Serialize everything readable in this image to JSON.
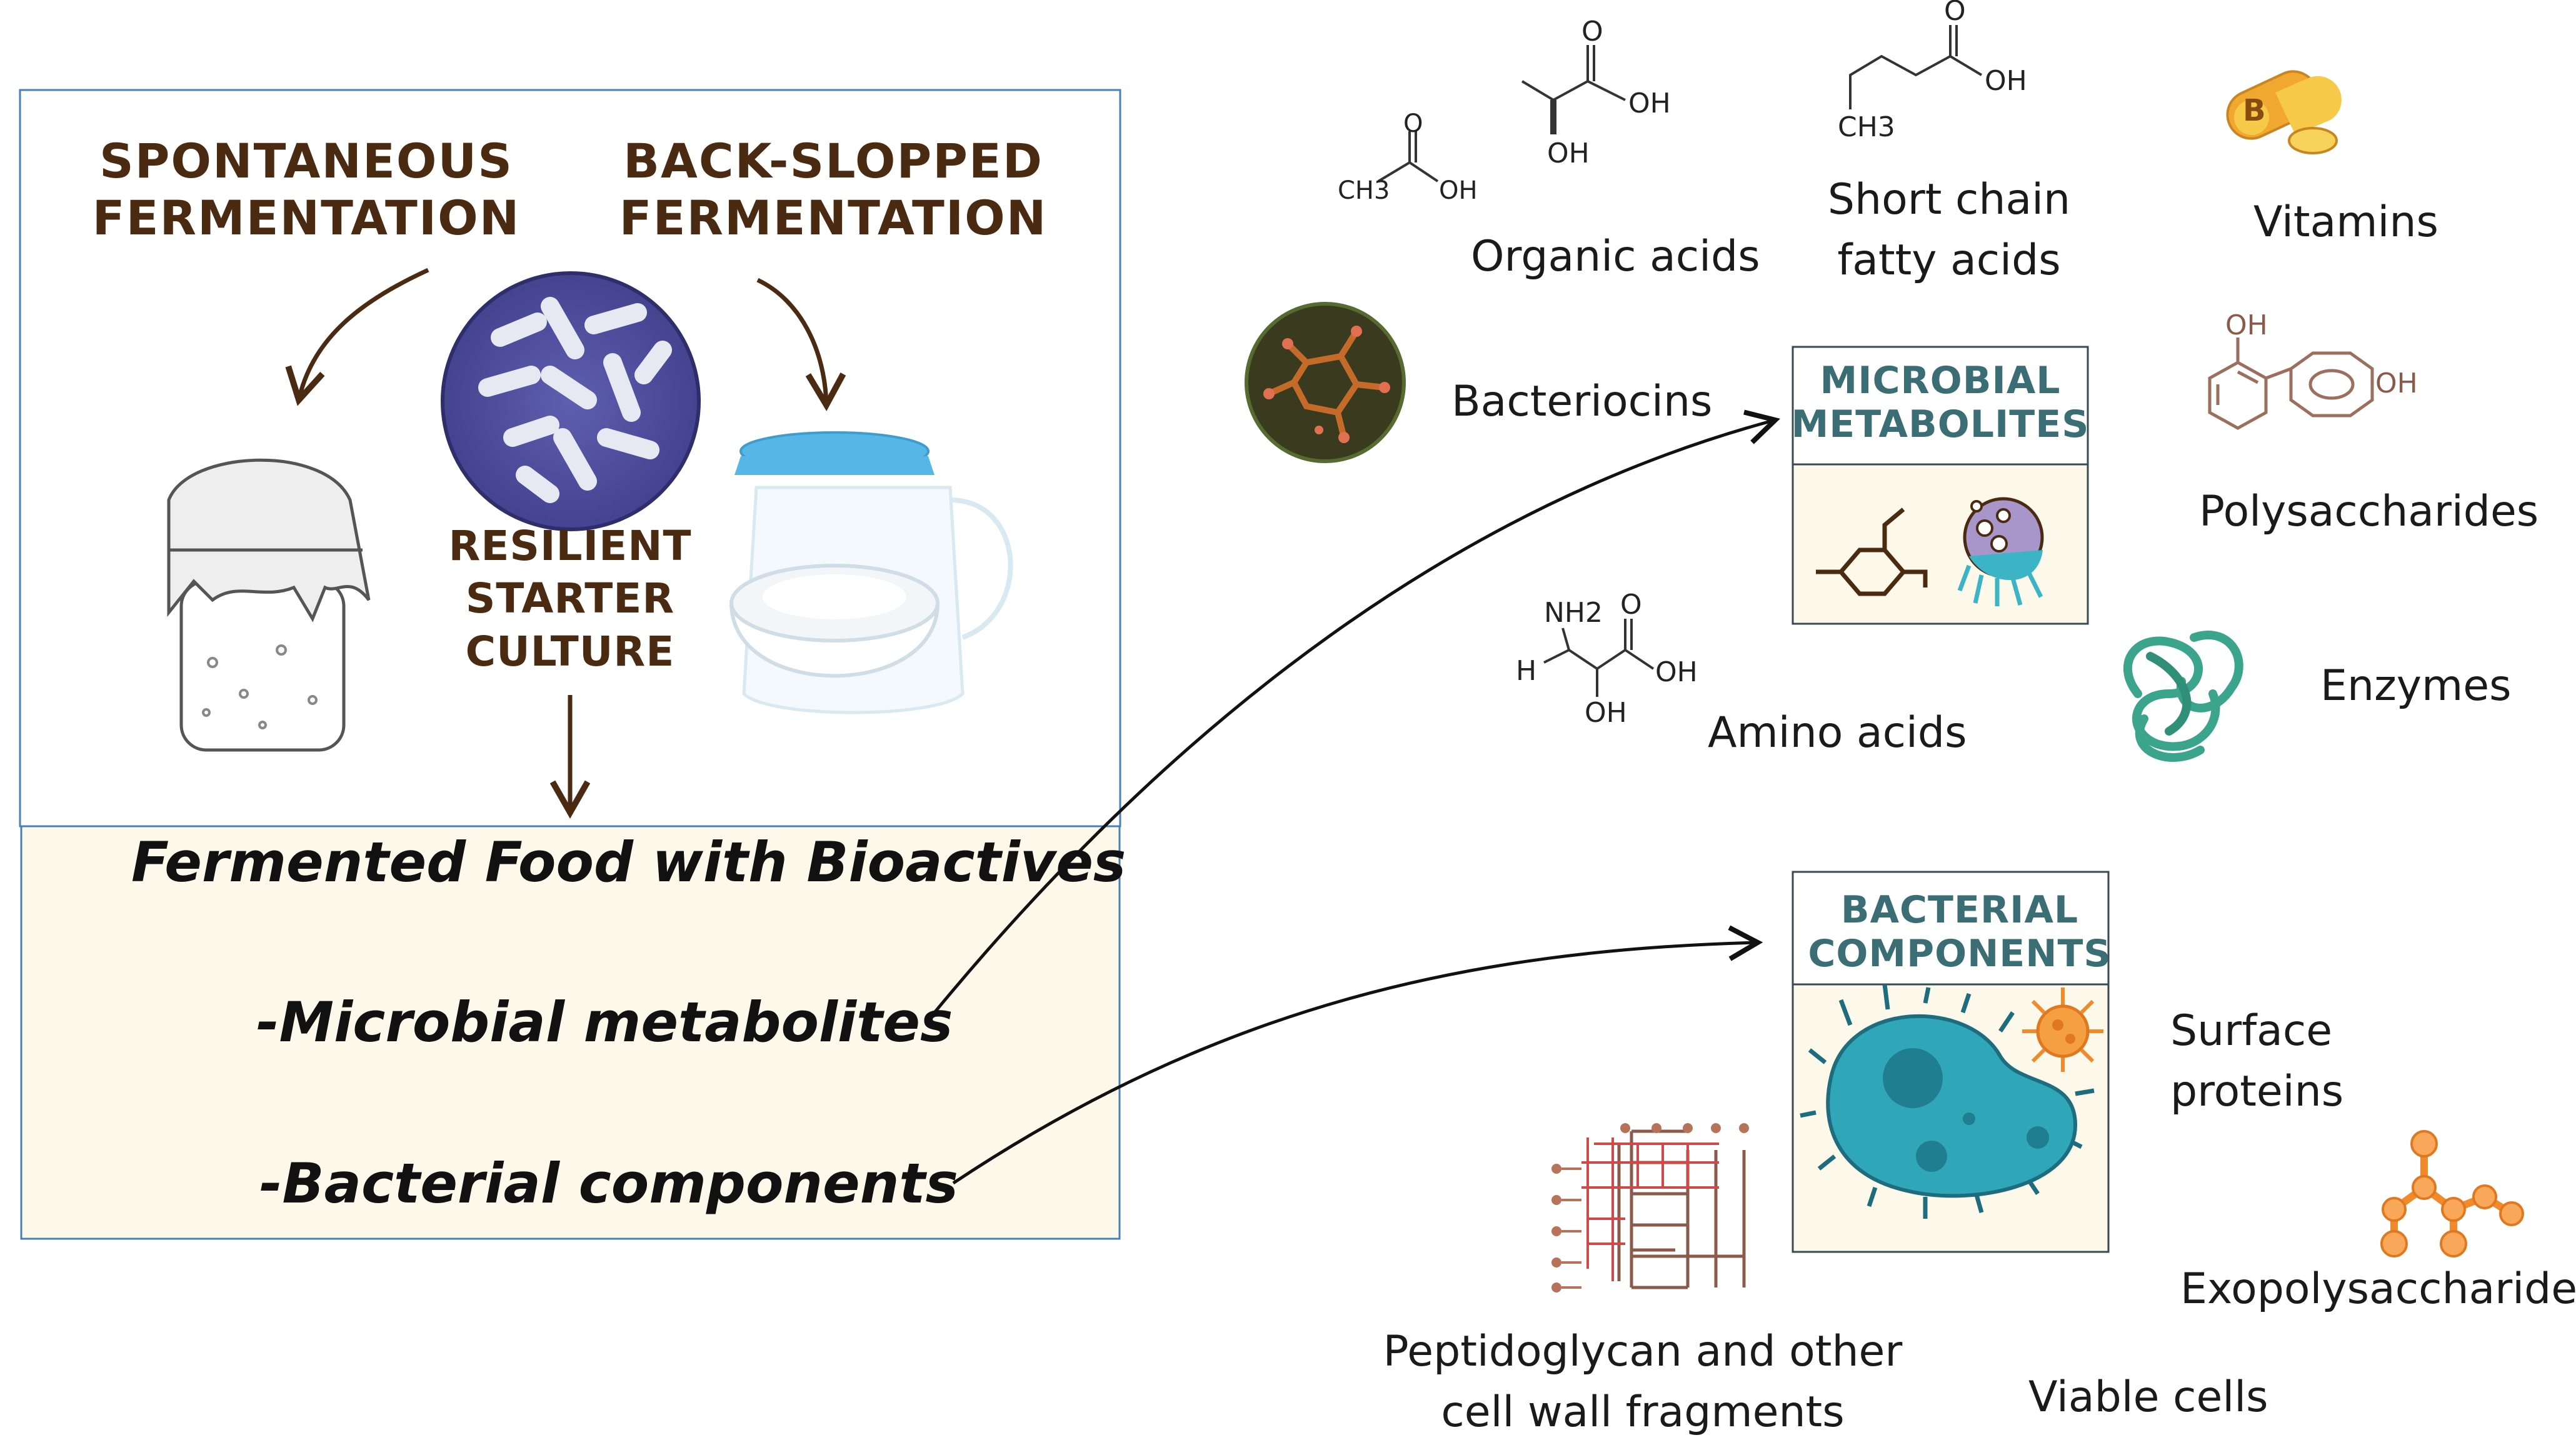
{
  "fermentation": {
    "spontaneous": "SPONTANEOUS\nFERMENTATION",
    "backslopped": "BACK-SLOPPED\nFERMENTATION",
    "starter": "RESILIENT\nSTARTER\nCULTURE"
  },
  "food": {
    "title": "Fermented Food with Bioactives",
    "item1": "-Microbial metabolites",
    "item2": "-Bacterial components"
  },
  "metabolites": {
    "box_title": "MICROBIAL\nMETABOLITES",
    "organic_acids": "Organic acids",
    "scfa": "Short chain\nfatty acids",
    "vitamins": "Vitamins",
    "bacteriocins": "Bacteriocins",
    "polysaccharides": "Polysaccharides",
    "amino_acids": "Amino acids",
    "enzymes": "Enzymes",
    "vitamin_icon_letter": "B"
  },
  "components": {
    "box_title": "BACTERIAL\nCOMPONENTS",
    "surface_proteins": "Surface\nproteins",
    "exopolysaccharides": "Exopolysaccharides",
    "peptidoglycan": "Peptidoglycan and other\ncell wall fragments",
    "viable_cells": "Viable cells"
  },
  "chem": {
    "ch3": "CH3",
    "oh": "OH",
    "o": "O",
    "nh2": "NH2",
    "h": "H"
  },
  "colors": {
    "box_border": "#4a7fb5",
    "food_bg": "#fdf9ea",
    "brown": "#4a2b12",
    "teal": "#3a6e74"
  }
}
